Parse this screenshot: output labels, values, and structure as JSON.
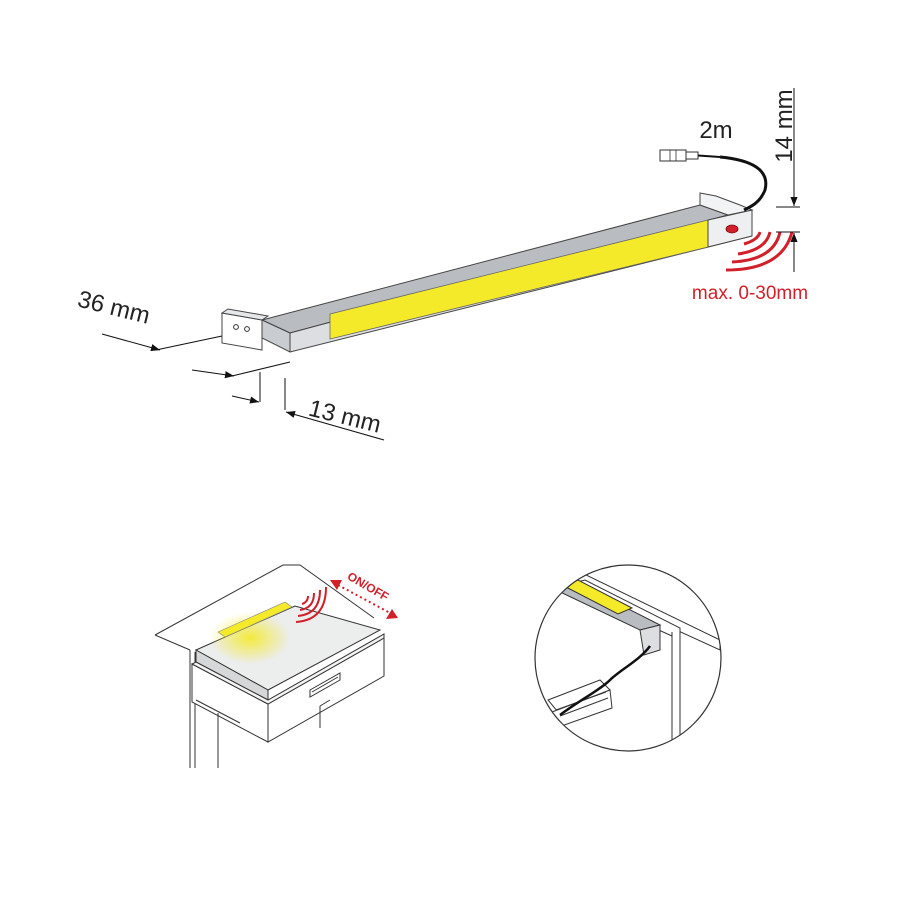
{
  "labels": {
    "cable_length": "2m",
    "height": "14 mm",
    "width": "36 mm",
    "depth": "13 mm",
    "sensor_range": "max. 0-30mm",
    "switch_mode": "ON/OFF"
  },
  "colors": {
    "led": "#f4ea2a",
    "sensor": "#d2202a",
    "housing": "#b9bcc1",
    "line": "#222222"
  }
}
